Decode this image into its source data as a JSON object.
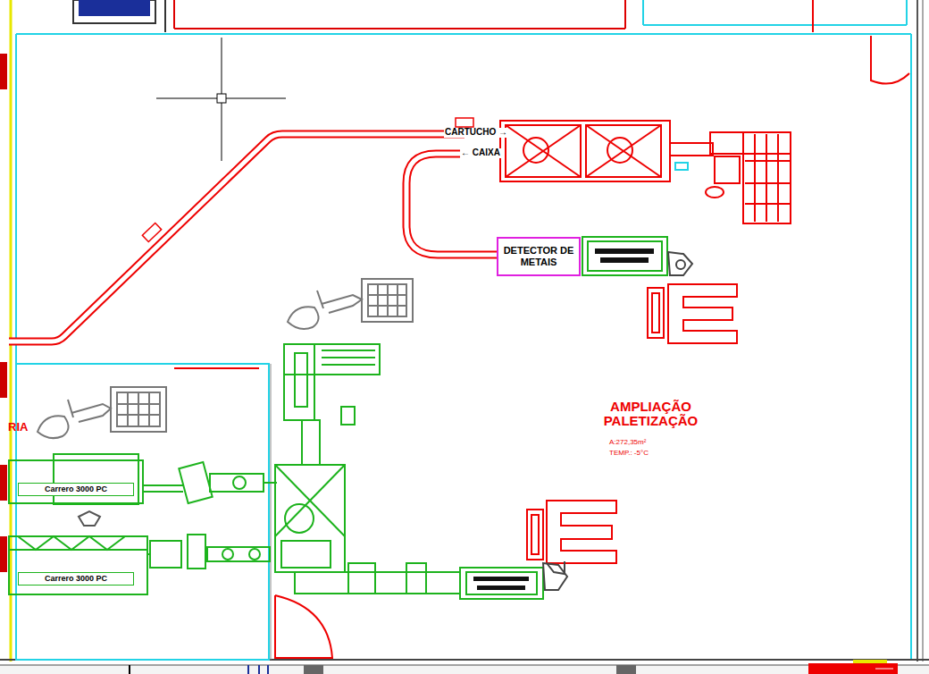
{
  "diagram": {
    "nodes": [
      {
        "text": [
          "DETECTOR DE METAIS"
        ]
      },
      {
        "text": [
          "Carrero 3000 PC"
        ]
      },
      {
        "text": [
          "Carrero 3000 PC"
        ]
      }
    ],
    "labels": [
      "CARTUCHO →",
      "← CAIXA",
      "RIA",
      "AMPLIAÇÃO PALETIZAÇÃO",
      "A:272,35m²",
      "TEMP.: -5°C"
    ]
  }
}
